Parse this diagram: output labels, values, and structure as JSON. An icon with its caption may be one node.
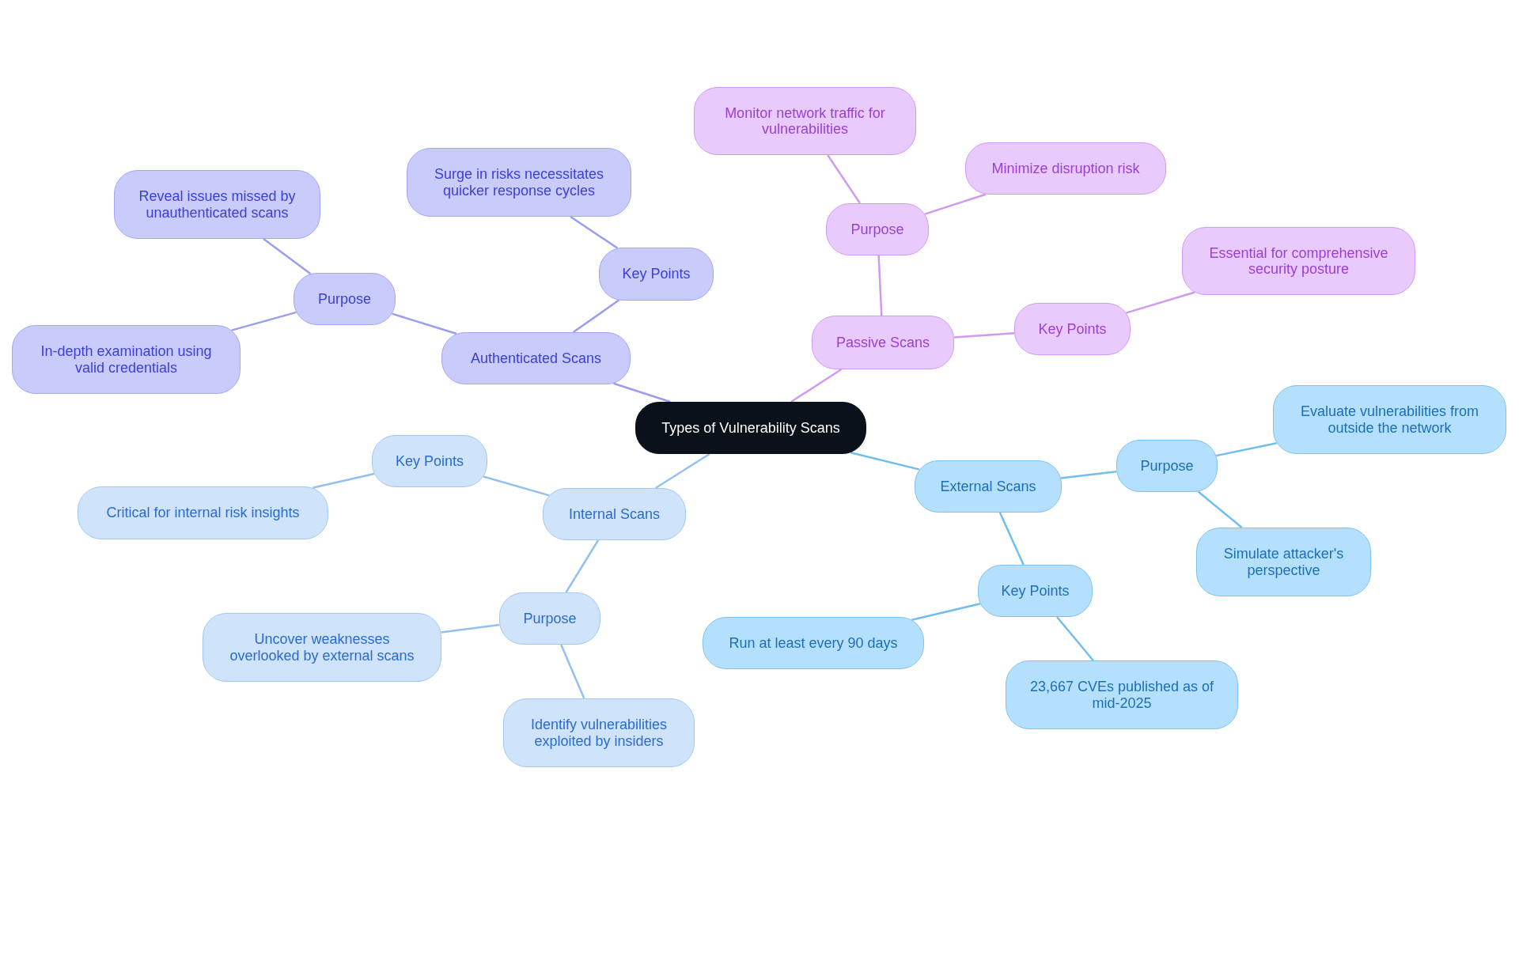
{
  "diagram": {
    "nodes": [
      {
        "text": [
          "Types of Vulnerability Scans"
        ]
      },
      {
        "text": [
          "Authenticated Scans"
        ]
      },
      {
        "text": [
          "Purpose"
        ]
      },
      {
        "text": [
          "Reveal issues missed by unauthenticated scans"
        ]
      },
      {
        "text": [
          "In-depth examination using valid credentials"
        ]
      },
      {
        "text": [
          "Key Points"
        ]
      },
      {
        "text": [
          "Surge in risks necessitates quicker response cycles"
        ]
      },
      {
        "text": [
          "Passive Scans"
        ]
      },
      {
        "text": [
          "Purpose"
        ]
      },
      {
        "text": [
          "Monitor network traffic for vulnerabilities"
        ]
      },
      {
        "text": [
          "Minimize disruption risk"
        ]
      },
      {
        "text": [
          "Key Points"
        ]
      },
      {
        "text": [
          "Essential for comprehensive security posture"
        ]
      },
      {
        "text": [
          "External Scans"
        ]
      },
      {
        "text": [
          "Purpose"
        ]
      },
      {
        "text": [
          "Evaluate vulnerabilities from outside the network"
        ]
      },
      {
        "text": [
          "Simulate attacker's perspective"
        ]
      },
      {
        "text": [
          "Key Points"
        ]
      },
      {
        "text": [
          "Run at least every 90 days"
        ]
      },
      {
        "text": [
          "23,667 CVEs published as of mid-2025"
        ]
      },
      {
        "text": [
          "Internal Scans"
        ]
      },
      {
        "text": [
          "Key Points"
        ]
      },
      {
        "text": [
          "Critical for internal risk insights"
        ]
      },
      {
        "text": [
          "Purpose"
        ]
      },
      {
        "text": [
          "Uncover weaknesses overlooked by external scans"
        ]
      },
      {
        "text": [
          "Identify vulnerabilities exploited by insiders"
        ]
      }
    ],
    "edges": [
      {
        "from": 0,
        "to": 1,
        "arrow": "none",
        "color": "#9a9df0"
      },
      {
        "from": 1,
        "to": 2,
        "arrow": "none",
        "color": "#9a9df0"
      },
      {
        "from": 2,
        "to": 3,
        "arrow": "none",
        "color": "#9a9df0"
      },
      {
        "from": 2,
        "to": 4,
        "arrow": "none",
        "color": "#9a9df0"
      },
      {
        "from": 1,
        "to": 5,
        "arrow": "none",
        "color": "#9a9df0"
      },
      {
        "from": 5,
        "to": 6,
        "arrow": "none",
        "color": "#9a9df0"
      },
      {
        "from": 0,
        "to": 7,
        "arrow": "none",
        "color": "#cf9af0"
      },
      {
        "from": 7,
        "to": 8,
        "arrow": "none",
        "color": "#cf9af0"
      },
      {
        "from": 8,
        "to": 9,
        "arrow": "none",
        "color": "#cf9af0"
      },
      {
        "from": 8,
        "to": 10,
        "arrow": "none",
        "color": "#cf9af0"
      },
      {
        "from": 7,
        "to": 11,
        "arrow": "none",
        "color": "#cf9af0"
      },
      {
        "from": 11,
        "to": 12,
        "arrow": "none",
        "color": "#cf9af0"
      },
      {
        "from": 0,
        "to": 13,
        "arrow": "none",
        "color": "#72bdf0"
      },
      {
        "from": 13,
        "to": 14,
        "arrow": "none",
        "color": "#72bdf0"
      },
      {
        "from": 14,
        "to": 15,
        "arrow": "none",
        "color": "#72bdf0"
      },
      {
        "from": 14,
        "to": 16,
        "arrow": "none",
        "color": "#72bdf0"
      },
      {
        "from": 13,
        "to": 17,
        "arrow": "none",
        "color": "#72bdf0"
      },
      {
        "from": 17,
        "to": 18,
        "arrow": "none",
        "color": "#72bdf0"
      },
      {
        "from": 17,
        "to": 19,
        "arrow": "none",
        "color": "#72bdf0"
      },
      {
        "from": 0,
        "to": 20,
        "arrow": "none",
        "color": "#94c0f0"
      },
      {
        "from": 20,
        "to": 21,
        "arrow": "none",
        "color": "#94c0f0"
      },
      {
        "from": 21,
        "to": 22,
        "arrow": "none",
        "color": "#94c0f0"
      },
      {
        "from": 20,
        "to": 23,
        "arrow": "none",
        "color": "#94c0f0"
      },
      {
        "from": 23,
        "to": 24,
        "arrow": "none",
        "color": "#94c0f0"
      },
      {
        "from": 23,
        "to": 25,
        "arrow": "none",
        "color": "#94c0f0"
      }
    ]
  }
}
